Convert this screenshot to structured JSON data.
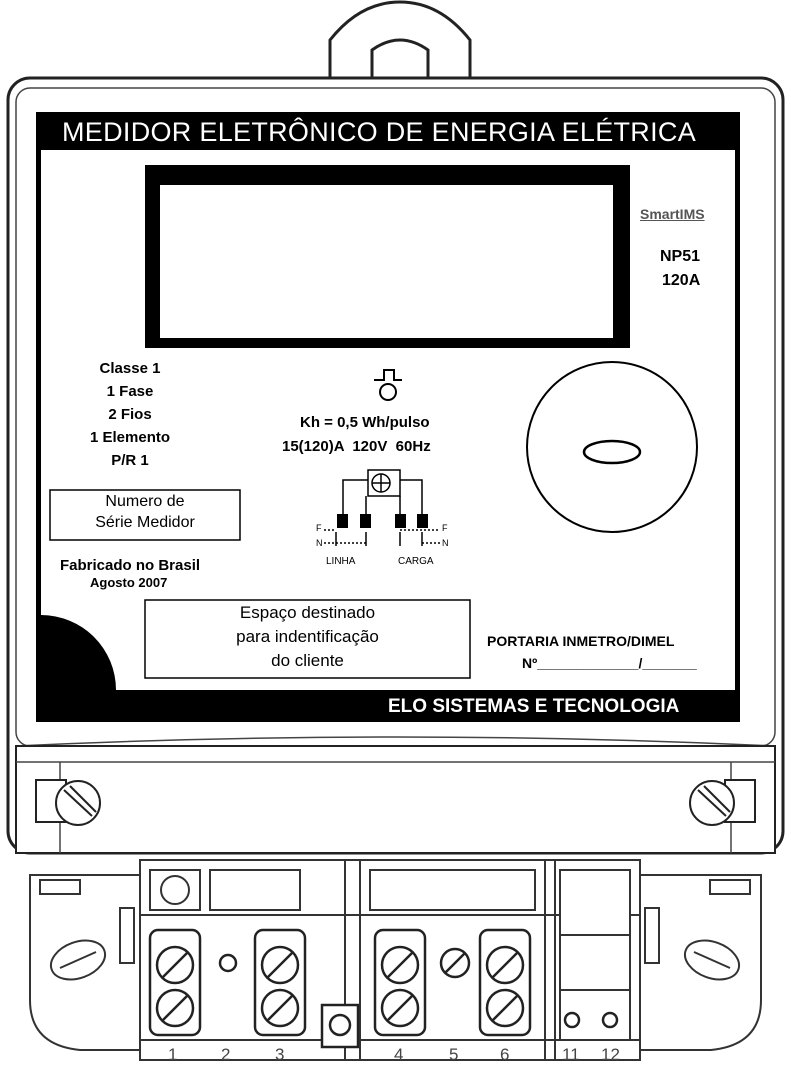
{
  "header": {
    "title": "MEDIDOR ELETRÔNICO DE ENERGIA ELÉTRICA"
  },
  "brand": {
    "logo": "SmartIMS",
    "model": "NP51",
    "current": "120A"
  },
  "specs": {
    "lines": [
      "Classe 1",
      "1 Fase",
      "2 Fios",
      "1 Elemento",
      "P/R 1"
    ]
  },
  "pulse": {
    "kh": "Kh = 0,5 Wh/pulso",
    "rating": "15(120)A  120V  60Hz"
  },
  "serial_box": {
    "line1": "Numero de",
    "line2": "Série Medidor"
  },
  "made_in": {
    "line1": "Fabricado no Brasil",
    "line2": "Agosto 2007"
  },
  "wiring": {
    "f_left": "F",
    "n_left": "N",
    "f_right": "F",
    "n_right": "N",
    "linha": "LINHA",
    "carga": "CARGA"
  },
  "client_box": {
    "line1": "Espaço destinado",
    "line2": "para indentificação",
    "line3": "do cliente"
  },
  "portaria": {
    "title": "PORTARIA INMETRO/DIMEL",
    "number": "Nº_____________/_______"
  },
  "footer": {
    "company": "ELO SISTEMAS E TECNOLOGIA"
  },
  "terminals": {
    "labels": [
      "1",
      "2",
      "3",
      "4",
      "5",
      "6",
      "11",
      "12"
    ]
  },
  "colors": {
    "panel": "#000000",
    "face": "#ffffff",
    "line": "#1a1a1a",
    "brand_gray": "#555555"
  }
}
